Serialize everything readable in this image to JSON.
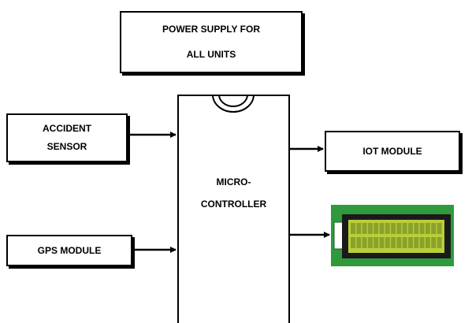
{
  "power_supply": {
    "line1": "POWER SUPPLY  FOR",
    "line2": "ALL UNITS"
  },
  "accident_sensor": {
    "line1": "ACCIDENT",
    "line2": "SENSOR"
  },
  "gps_module": {
    "label": "GPS MODULE"
  },
  "microcontroller": {
    "line1": "MICRO-",
    "line2": "CONTROLLER"
  },
  "iot_module": {
    "label": "IOT MODULE"
  },
  "lcd_display": {
    "board_color": "#2e9a3c",
    "screen_color": "#b9cf3a"
  }
}
